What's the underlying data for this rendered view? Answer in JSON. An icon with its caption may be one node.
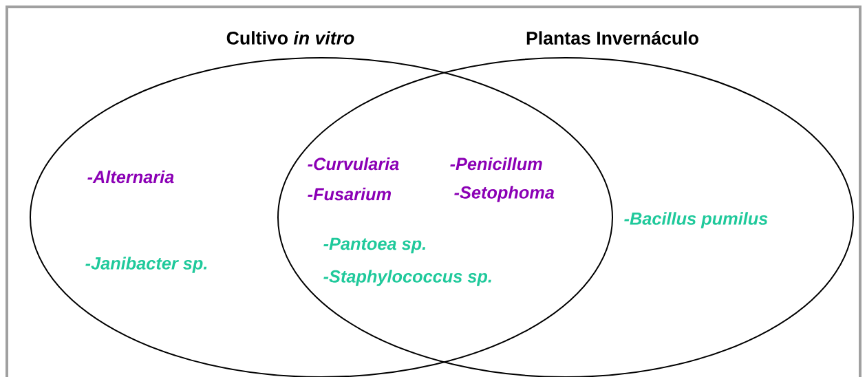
{
  "diagram": {
    "nodes": [
      {
        "text": [
          "Cultivo *in vitro*"
        ]
      },
      {
        "text": [
          "Plantas Invernáculo"
        ]
      }
    ],
    "labels": [
      "-Curvularia",
      "-Penicillum",
      "-Alternaria",
      "-Fusarium",
      "-Setophoma",
      "-Bacillus pumilus",
      "-Pantoea sp.",
      "-Janibacter sp.",
      "-Staphylococcus sp."
    ]
  }
}
